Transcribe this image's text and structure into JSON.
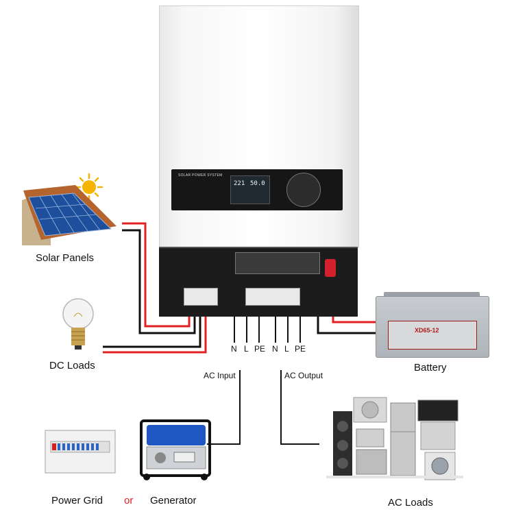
{
  "labels": {
    "solar_panels": "Solar Panels",
    "dc_loads": "DC Loads",
    "battery": "Battery",
    "ac_input": "AC Input",
    "ac_output": "AC Output",
    "power_grid": "Power Grid",
    "or": "or",
    "generator": "Generator",
    "ac_loads": "AC Loads"
  },
  "ac_input_terminals": [
    "N",
    "L",
    "PE"
  ],
  "ac_output_terminals": [
    "N",
    "L",
    "PE"
  ],
  "inverter": {
    "panel_title": "SOLAR POWER SYSTEM",
    "lcd_left": "221",
    "lcd_right": "50.0"
  },
  "battery_label": "XD65-12",
  "colors": {
    "wire_red": "#e02020",
    "wire_black": "#111111",
    "or_text": "#e02020",
    "sun": "#f5b400"
  },
  "icons": [
    "sun-icon",
    "solar-panel-icon",
    "light-bulb-icon",
    "battery-icon",
    "breaker-panel-icon",
    "generator-icon",
    "appliances-icon"
  ]
}
